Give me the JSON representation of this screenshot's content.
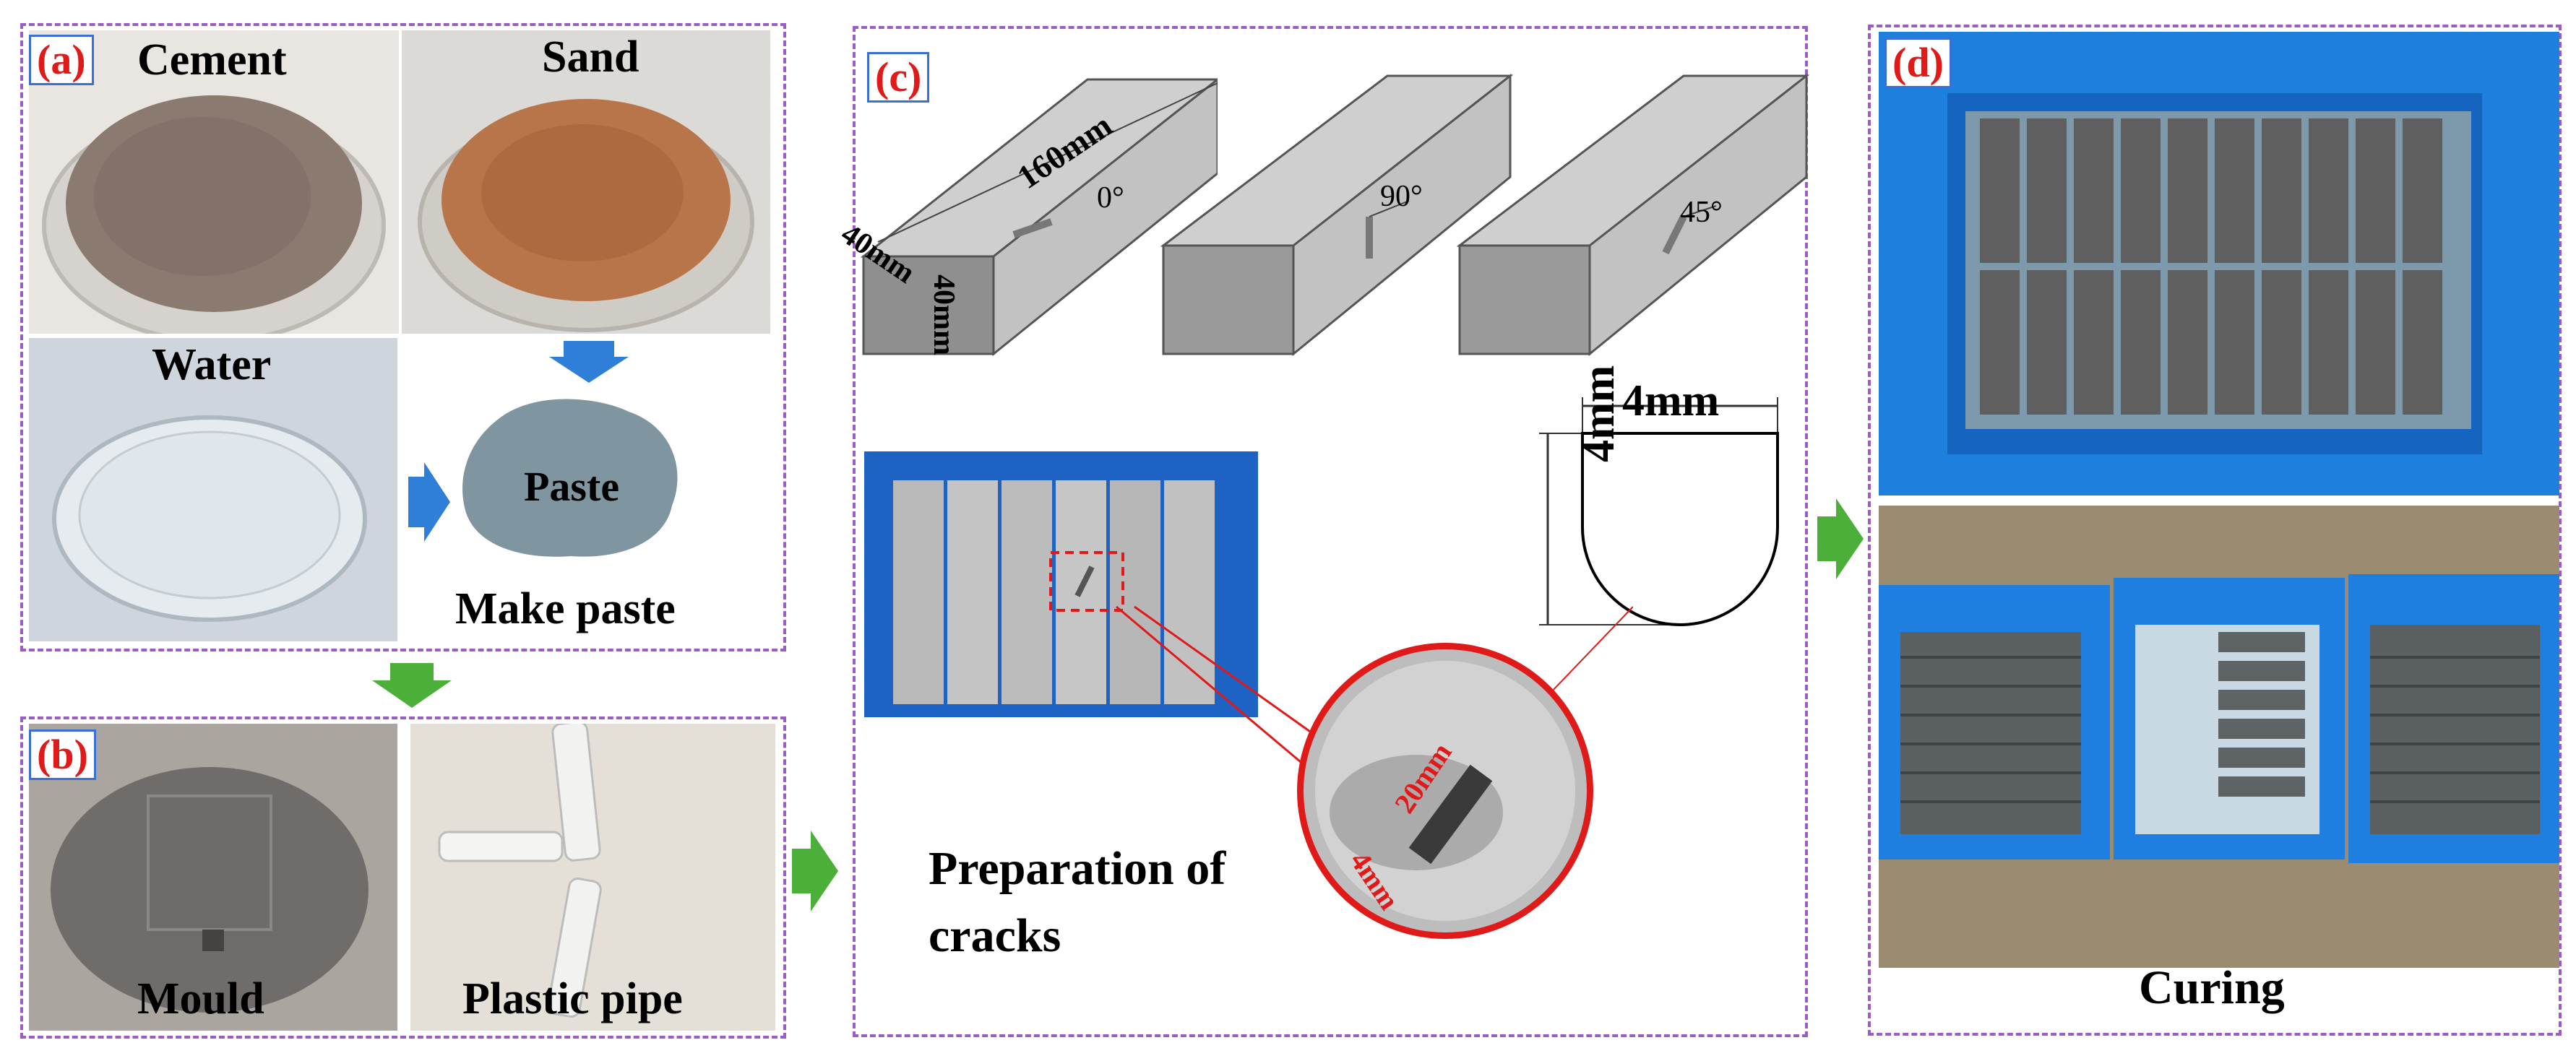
{
  "panels": {
    "a": {
      "tag": "(a)",
      "cement": "Cement",
      "sand": "Sand",
      "water": "Water",
      "paste": "Paste",
      "make_paste": "Make paste"
    },
    "b": {
      "tag": "(b)",
      "mould": "Mould",
      "plastic_pipe": "Plastic pipe"
    },
    "c": {
      "tag": "(c)",
      "dim_160": "160mm",
      "dim_40a": "40mm",
      "dim_40b": "40mm",
      "angle_0": "0°",
      "angle_90": "90°",
      "angle_45": "45°",
      "crack_width": "4mm",
      "crack_depth": "4mm",
      "zoom_len": "20mm",
      "zoom_width": "4mm",
      "prep_line1": "Preparation of",
      "prep_line2": "cracks"
    },
    "d": {
      "tag": "(d)",
      "curing": "Curing"
    }
  },
  "colors": {
    "panel_border": "#9a5cc6",
    "tag_text": "#e01919",
    "tag_border": "#3b6fd8",
    "arrow_green": "#4caf3a",
    "arrow_blue": "#2f7fd8",
    "paste_fill": "#7f95a0",
    "box_blue": "#1e88e5",
    "crack_red": "#e01919"
  }
}
